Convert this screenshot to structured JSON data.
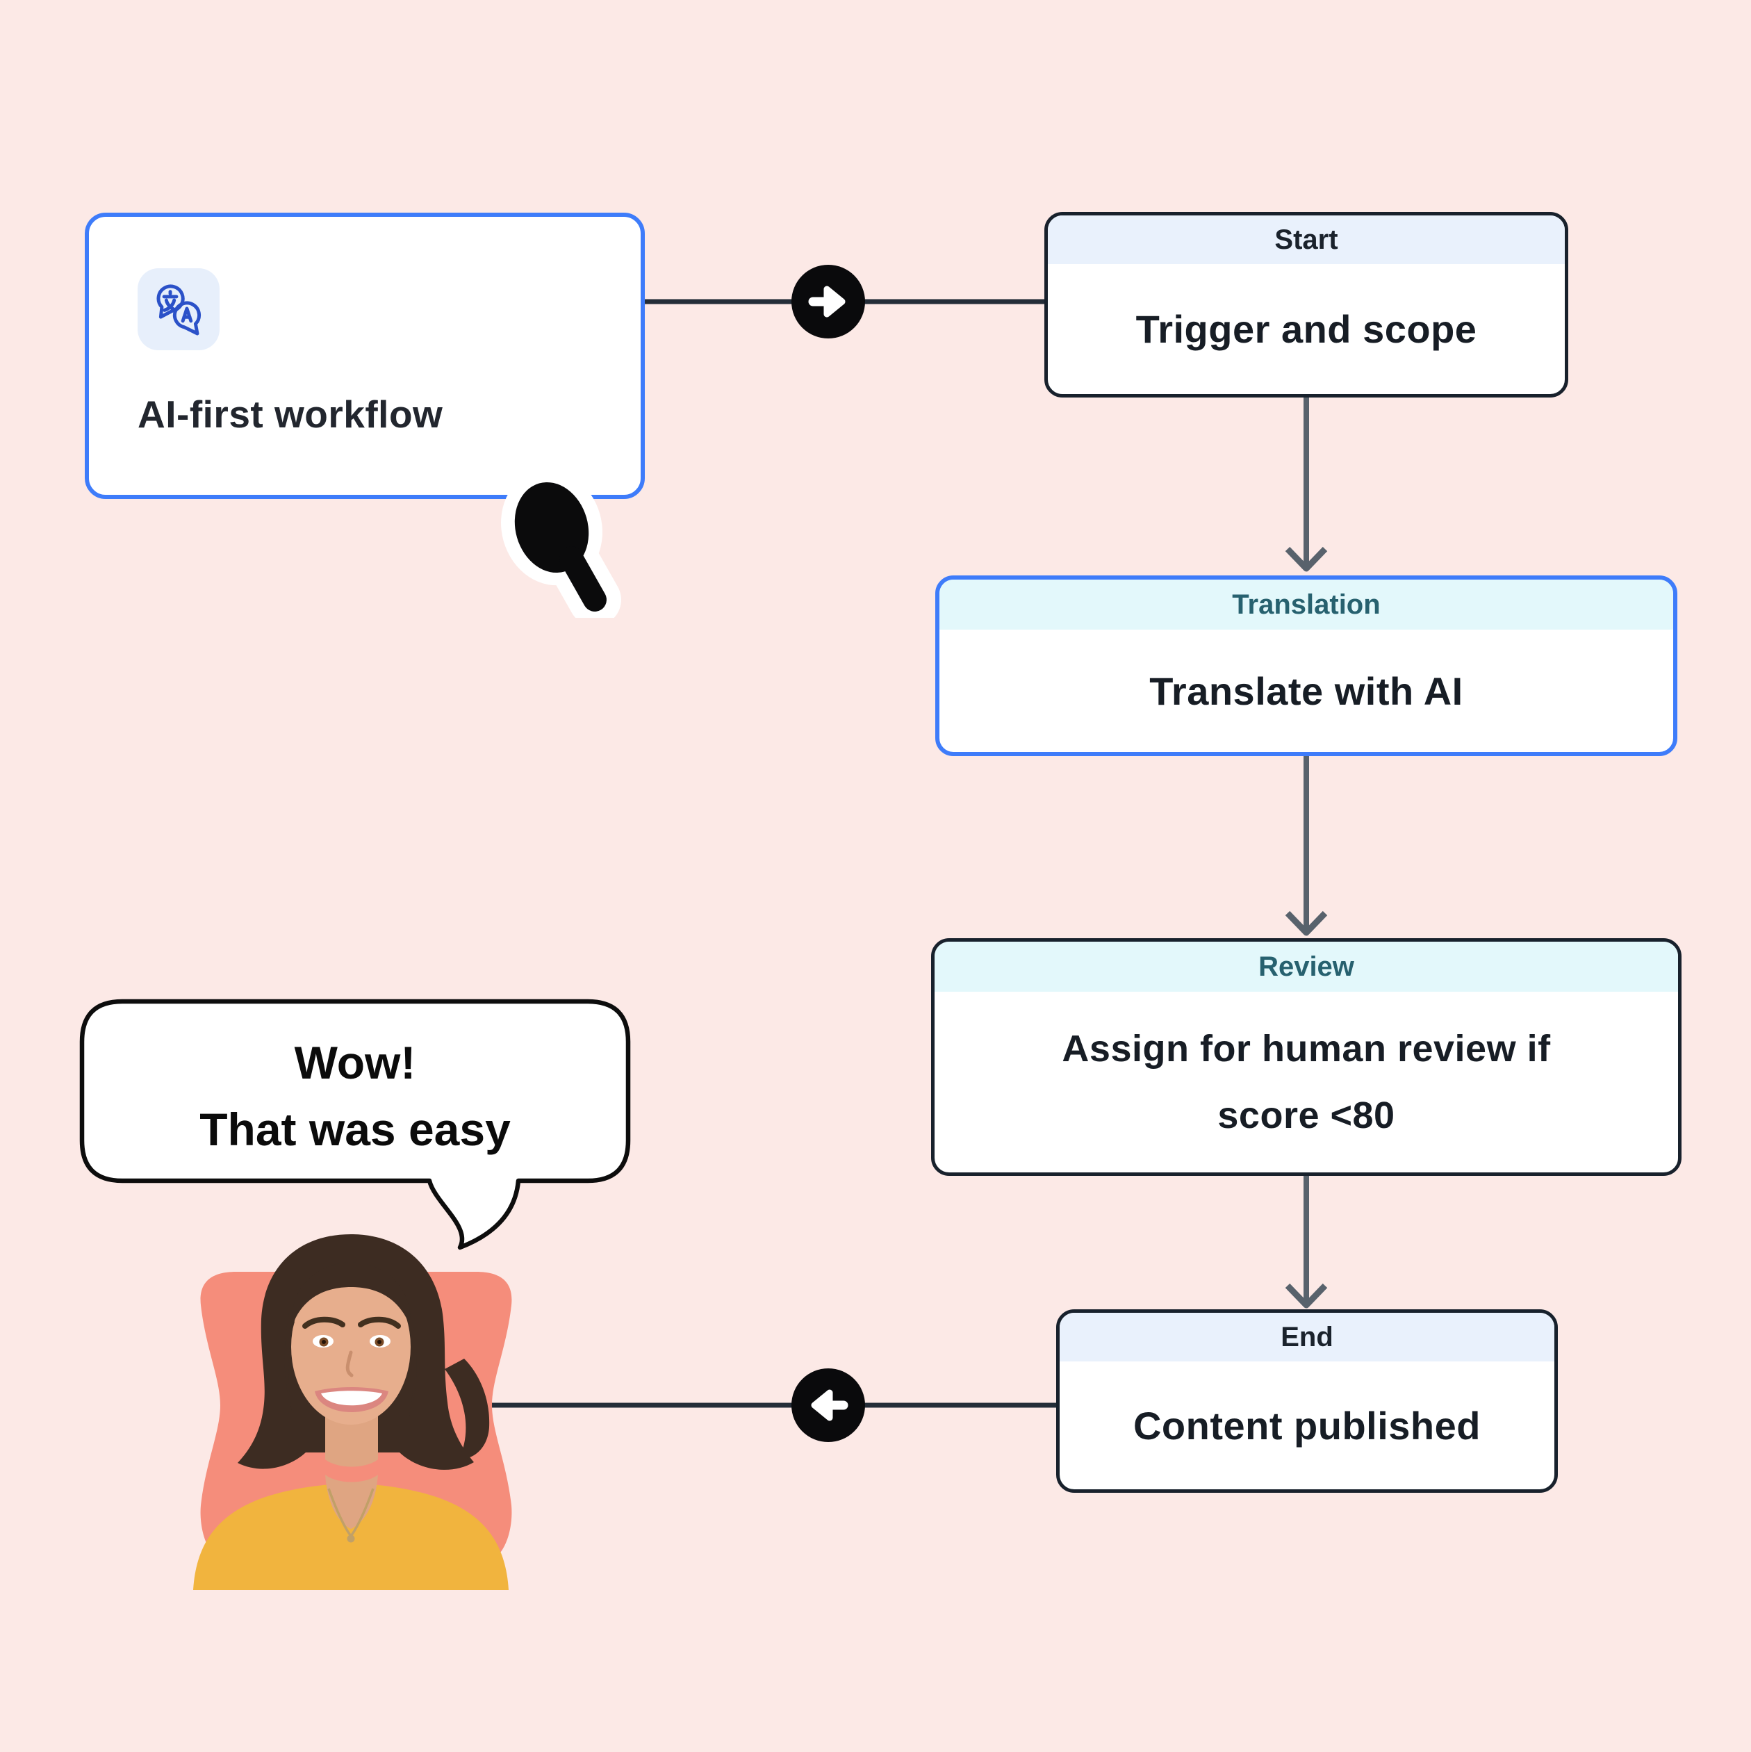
{
  "page": {
    "background_color": "#FCE9E6",
    "kind": "workflow-flowchart-illustration"
  },
  "workflow_card": {
    "label": "AI-first workflow",
    "icon": "translate-icon",
    "border_color": "#3E7CFA"
  },
  "flow": {
    "start": {
      "header": "Start",
      "body": "Trigger and scope"
    },
    "translation": {
      "header": "Translation",
      "body": "Translate with AI"
    },
    "review": {
      "header": "Review",
      "body": "Assign for human review if score <80"
    },
    "end": {
      "header": "End",
      "body": "Content published"
    }
  },
  "speech_bubble": {
    "line1": "Wow!",
    "line2": "That was easy"
  },
  "avatar": {
    "semantic": "smiling-woman-short-brown-hair-yellow-top",
    "backdrop_color": "#F58D7B"
  },
  "icons": {
    "forward_badge": "arrow-right-icon",
    "back_badge": "arrow-left-icon",
    "pointer": "cursor-icon",
    "card": "translate-icon"
  },
  "colors": {
    "background": "#FCE9E6",
    "card_border_blue": "#3E7CFA",
    "node_border_dark": "#18212C",
    "header_blue_bg": "#E9F1FC",
    "header_cyan_bg": "#E3F8FB",
    "header_teal_text": "#27616F",
    "node_text": "#171D25",
    "connector_dark": "#242D38",
    "connector_gray": "#58626C",
    "badge_black": "#0A0A0C",
    "coral": "#F58D7B",
    "blouse_yellow": "#F1B43E"
  }
}
